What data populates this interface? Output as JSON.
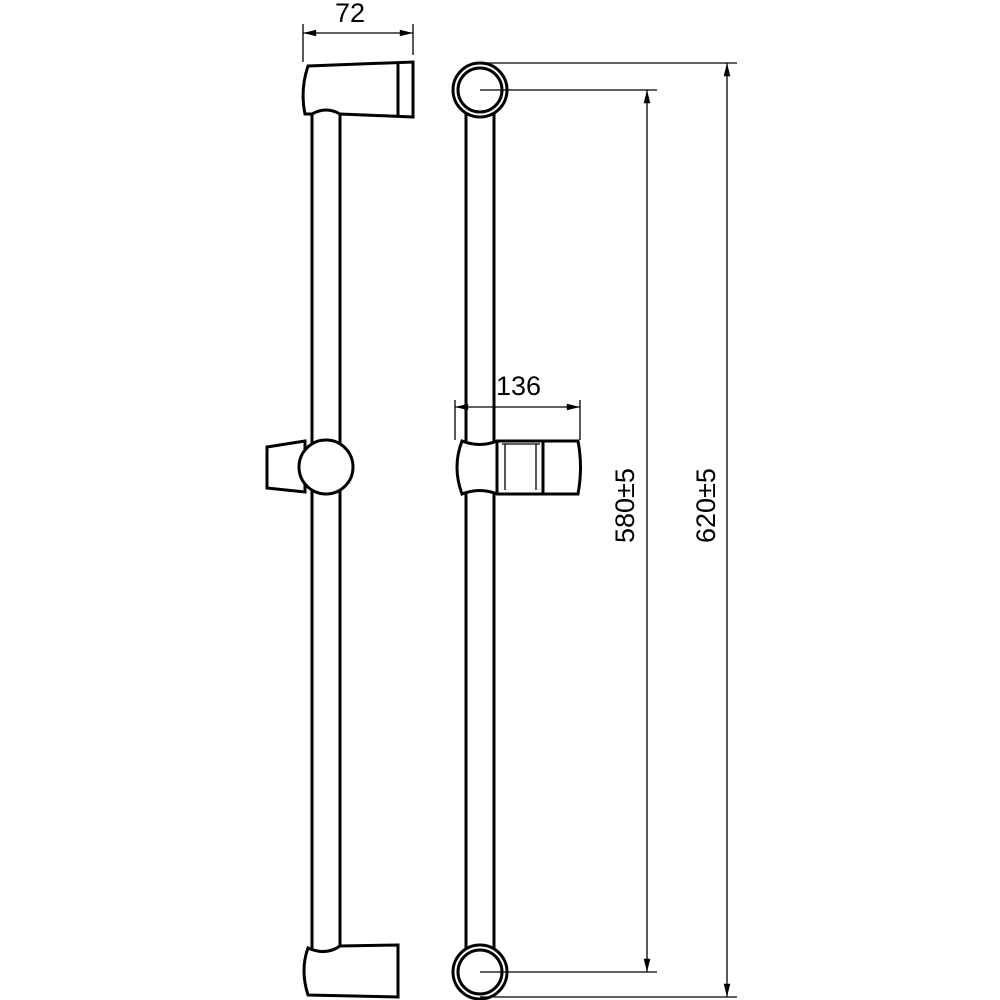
{
  "dimensions": {
    "bracket_depth": "72",
    "slider_depth": "136",
    "bracket_spacing": "580±5",
    "overall_length": "620±5"
  },
  "colors": {
    "line": "#000000",
    "background": "#ffffff"
  }
}
